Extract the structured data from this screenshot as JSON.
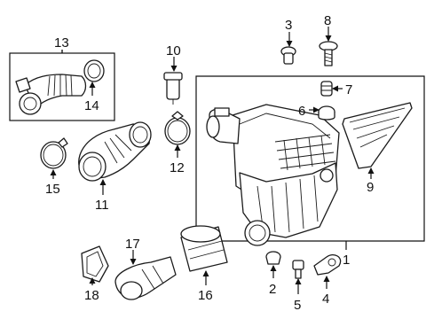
{
  "callouts": [
    {
      "id": "c1",
      "label": "1"
    },
    {
      "id": "c2",
      "label": "2"
    },
    {
      "id": "c3",
      "label": "3"
    },
    {
      "id": "c4",
      "label": "4"
    },
    {
      "id": "c5",
      "label": "5"
    },
    {
      "id": "c6",
      "label": "6"
    },
    {
      "id": "c7",
      "label": "7"
    },
    {
      "id": "c8",
      "label": "8"
    },
    {
      "id": "c9",
      "label": "9"
    },
    {
      "id": "c10",
      "label": "10"
    },
    {
      "id": "c11",
      "label": "11"
    },
    {
      "id": "c12",
      "label": "12"
    },
    {
      "id": "c13",
      "label": "13"
    },
    {
      "id": "c14",
      "label": "14"
    },
    {
      "id": "c15",
      "label": "15"
    },
    {
      "id": "c16",
      "label": "16"
    },
    {
      "id": "c17",
      "label": "17"
    },
    {
      "id": "c18",
      "label": "18"
    }
  ],
  "colors": {
    "ink": "#111111",
    "paper": "#ffffff"
  }
}
